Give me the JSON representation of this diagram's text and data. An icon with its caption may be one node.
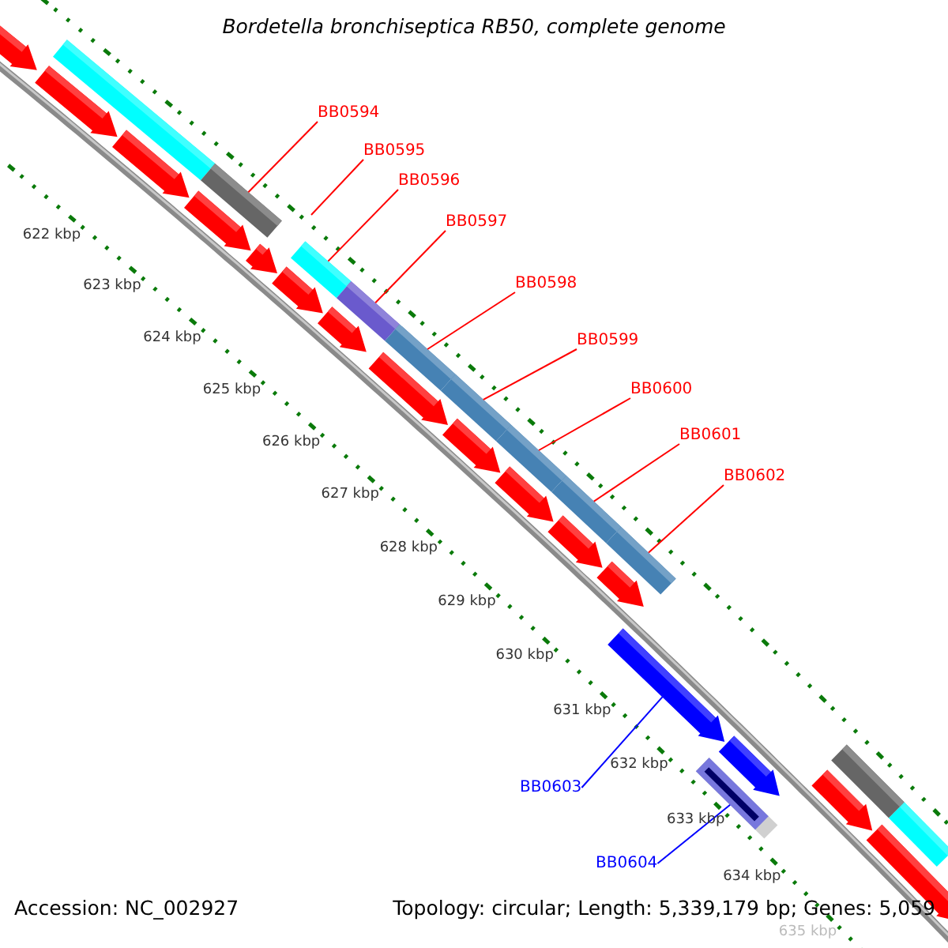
{
  "diagram": {
    "title": "Bordetella bronchiseptica RB50, complete genome",
    "nodes": [
      {
        "text": [
          "BB0594"
        ]
      },
      {
        "text": [
          "BB0595"
        ]
      },
      {
        "text": [
          "BB0596"
        ]
      },
      {
        "text": [
          "BB0597"
        ]
      },
      {
        "text": [
          "BB0598"
        ]
      },
      {
        "text": [
          "BB0599"
        ]
      },
      {
        "text": [
          "BB0600"
        ]
      },
      {
        "text": [
          "BB0601"
        ]
      },
      {
        "text": [
          "BB0602"
        ]
      },
      {
        "text": [
          "BB0603"
        ]
      },
      {
        "text": [
          "BB0604"
        ]
      },
      {
        "text": [],
        "shape": "pentagon"
      },
      {
        "text": [],
        "shape": "bar"
      },
      {
        "text": [],
        "shape": "pentagon"
      },
      {
        "text": [],
        "shape": "pentagon"
      },
      {
        "text": [],
        "shape": "bar"
      },
      {
        "text": [],
        "shape": "pentagon"
      },
      {
        "text": [],
        "shape": "pentagon"
      },
      {
        "text": [],
        "shape": "bar"
      },
      {
        "text": [],
        "shape": "pentagon"
      },
      {
        "text": [],
        "shape": "bar"
      },
      {
        "text": [],
        "shape": "pentagon"
      },
      {
        "text": [],
        "shape": "bar"
      },
      {
        "text": [],
        "shape": "pentagon"
      },
      {
        "text": [],
        "shape": "bar"
      },
      {
        "text": [],
        "shape": "pentagon"
      },
      {
        "text": [],
        "shape": "bar"
      },
      {
        "text": [],
        "shape": "pentagon"
      },
      {
        "text": [],
        "shape": "bar"
      },
      {
        "text": [],
        "shape": "pentagon"
      },
      {
        "text": [],
        "shape": "bar"
      },
      {
        "text": [],
        "shape": "pentagon"
      },
      {
        "text": [],
        "shape": "pentagon"
      },
      {
        "text": [],
        "shape": "bar"
      },
      {
        "text": [],
        "shape": "pentagon"
      },
      {
        "text": [],
        "shape": "bar"
      },
      {
        "text": [],
        "shape": "pentagon"
      },
      {
        "text": [],
        "shape": "bar"
      },
      {
        "text": [],
        "shape": "pentagon"
      }
    ],
    "edges": [
      {
        "from": 0,
        "to": 15,
        "arrow": "none"
      },
      {
        "from": 1,
        "to": null,
        "arrow": "none"
      },
      {
        "from": 2,
        "to": 18,
        "arrow": "none"
      },
      {
        "from": 3,
        "to": 20,
        "arrow": "none"
      },
      {
        "from": 4,
        "to": 22,
        "arrow": "none"
      },
      {
        "from": 5,
        "to": 24,
        "arrow": "none"
      },
      {
        "from": 6,
        "to": 26,
        "arrow": "none"
      },
      {
        "from": 7,
        "to": 28,
        "arrow": "none"
      },
      {
        "from": 8,
        "to": 30,
        "arrow": "none"
      },
      {
        "from": 9,
        "to": 32,
        "arrow": "none",
        "color": "#0000ff"
      },
      {
        "from": 10,
        "to": 33,
        "arrow": "none",
        "color": "#0000ff"
      }
    ],
    "labels": [
      "622 kbp",
      "623 kbp",
      "624 kbp",
      "625 kbp",
      "626 kbp",
      "627 kbp",
      "628 kbp",
      "629 kbp",
      "630 kbp",
      "631 kbp",
      "632 kbp",
      "633 kbp",
      "634 kbp",
      "635 kbp",
      "Accession: NC_002927",
      "Topology: circular; Length: 5,339,179 bp; Genes: 5,059"
    ]
  }
}
